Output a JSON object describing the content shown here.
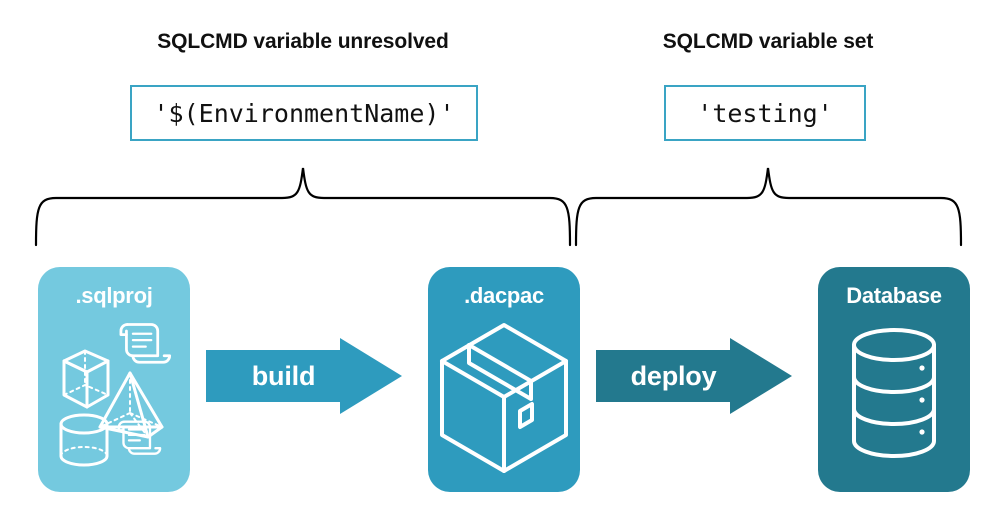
{
  "diagram": {
    "title_left": "SQLCMD variable unresolved",
    "title_right": "SQLCMD variable set",
    "code_left": "'$(EnvironmentName)'",
    "code_right": "'testing'",
    "colors": {
      "sqlproj": "#74c9df",
      "dacpac": "#2e9bbe",
      "database": "#23798e",
      "build_arrow": "#2e9bbe",
      "deploy_arrow": "#23798e",
      "code_border": "#3aa4c4",
      "brace_stroke": "#000000",
      "background": "#ffffff",
      "text_dark": "#101010",
      "text_light": "#ffffff"
    },
    "stages": [
      {
        "label": ".sqlproj",
        "icon": "project-shapes-icon"
      },
      {
        "label": ".dacpac",
        "icon": "package-box-icon"
      },
      {
        "label": "Database",
        "icon": "database-cylinder-icon"
      }
    ],
    "arrows": [
      {
        "label": "build",
        "icon": "right-arrow-icon"
      },
      {
        "label": "deploy",
        "icon": "right-arrow-icon"
      }
    ]
  }
}
